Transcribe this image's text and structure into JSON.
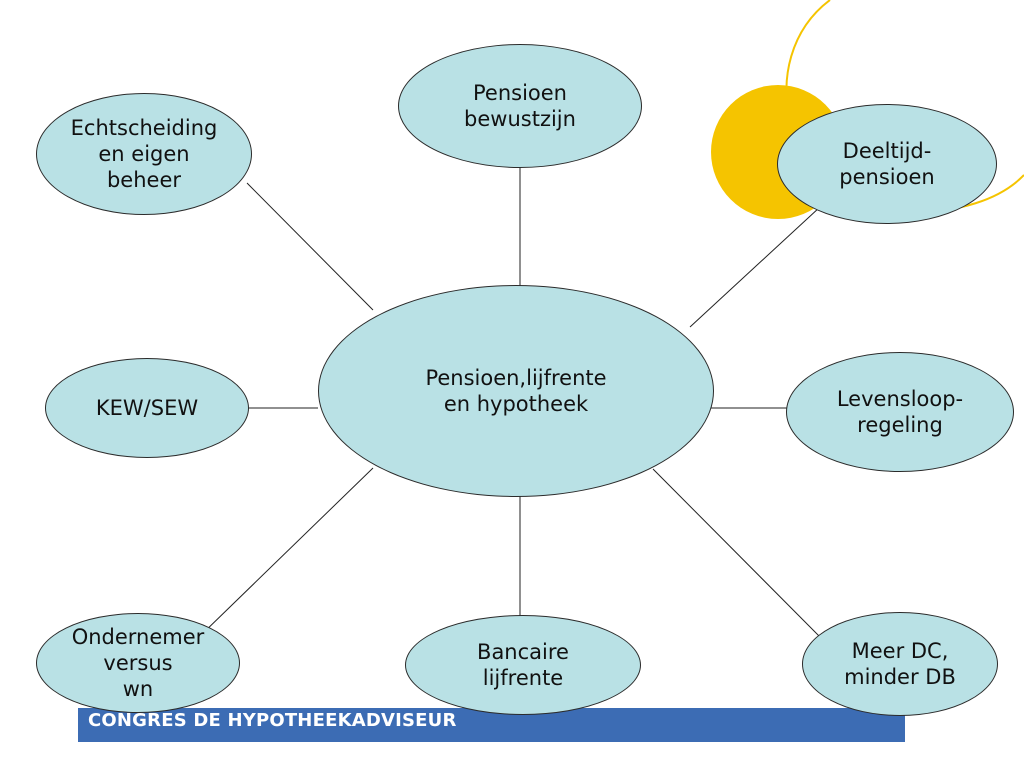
{
  "center": {
    "label": "Pensioen,lijfrente\nen hypotheek"
  },
  "nodes": {
    "pensioen_bewustzijn": "Pensioen\nbewustzijn",
    "echtscheiding": "Echtscheiding\nen eigen\nbeheer",
    "deeltijd": "Deeltijd-\npensioen",
    "kew_sew": "KEW/SEW",
    "levensloop": "Levensloop-\nregeling",
    "ondernemer": "Ondernemer\nversus\nwn",
    "bancaire": "Bancaire\nlijfrente",
    "meer_dc": "Meer DC,\nminder DB"
  },
  "footer": {
    "text": "CONGRES DE HYPOTHEEKADVISEUR"
  },
  "colors": {
    "node_fill": "#b9e1e5",
    "decor_yellow": "#f5c400",
    "footer_blue": "#3c6cb4"
  }
}
